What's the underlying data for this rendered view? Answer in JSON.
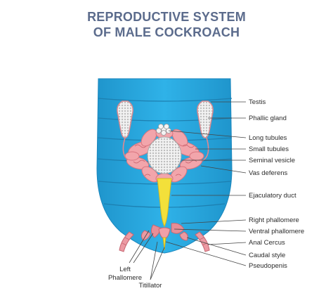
{
  "title": {
    "line1": "REPRODUCTIVE SYSTEM",
    "line2": "OF MALE COCKROACH"
  },
  "labels": {
    "testis": "Testis",
    "phallic_gland": "Phallic gland",
    "long_tubules": "Long tubules",
    "small_tubules": "Small tubules",
    "seminal_vesicle": "Seminal vesicle",
    "vas_deferens": "Vas deferens",
    "ejaculatory_duct": "Ejaculatory duct",
    "right_phallomere": "Right phallomere",
    "ventral_phallomere": "Ventral phallomere",
    "anal_cercus": "Anal Cercus",
    "caudal_style": "Caudal style",
    "pseudopenis": "Pseudopenis",
    "left_phallomere_1": "Left",
    "left_phallomere_2": "Phallomere",
    "titillator": "Titillator"
  },
  "colors": {
    "title": "#5b6b8c",
    "body_blue": "#29a8e0",
    "segment_line": "#1d7fb0",
    "tubule_pink": "#f0a3a8",
    "gland_white": "#e8e8e8",
    "duct_yellow": "#f3e03a",
    "leader_line": "#444444"
  }
}
